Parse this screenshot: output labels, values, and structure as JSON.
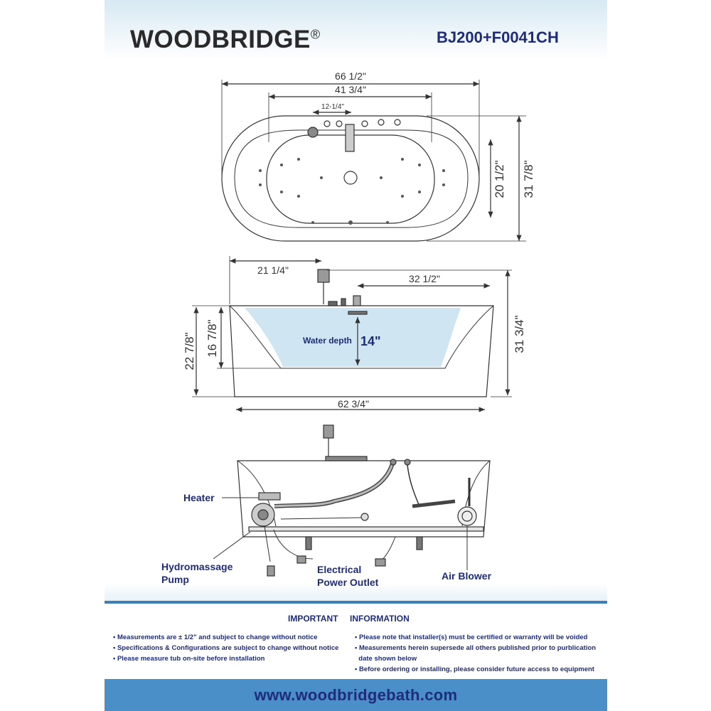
{
  "header": {
    "brand": "WOODBRIDGE",
    "registered_mark": "®",
    "model": "BJ200+F0041CH"
  },
  "top_view": {
    "overall_length": "66 1/2\"",
    "interior_length": "41 3/4\"",
    "faucet_spacing": "12-1/4\"",
    "interior_width": "20 1/2\"",
    "overall_width": "31 7/8\""
  },
  "side_view": {
    "faucet_offset": "21 1/4\"",
    "jet_span": "32 1/2\"",
    "tub_depth": "22 7/8\"",
    "interior_depth": "16 7/8\"",
    "water_depth_label": "Water depth",
    "water_depth_value": "14\"",
    "overall_height": "31 3/4\"",
    "base_length": "62 3/4\""
  },
  "components": {
    "heater": "Heater",
    "pump_line1": "Hydromassage",
    "pump_line2": "Pump",
    "outlet_line1": "Electrical",
    "outlet_line2": "Power  Outlet",
    "blower": "Air  Blower"
  },
  "info": {
    "title_left": "IMPORTANT",
    "title_right": "INFORMATION",
    "left_notes": [
      "• Measurements are ± 1/2\" and subject to change without notice",
      "• Specifications & Configurations are subject to change without notice",
      "• Please measure tub on-site before installation"
    ],
    "right_notes": [
      "• Please note that installer(s) must be certified or warranty will be voided",
      "• Measurements herein supersede all others published prior to purblication",
      "  date shown below",
      "• Before ordering or installing, please consider future access to equipment"
    ]
  },
  "footer": {
    "url": "www.woodbridgebath.com"
  },
  "colors": {
    "accent": "#1f2c7a",
    "band": "#4a8fc7",
    "water": "#cfe6f2",
    "line": "#333333"
  }
}
